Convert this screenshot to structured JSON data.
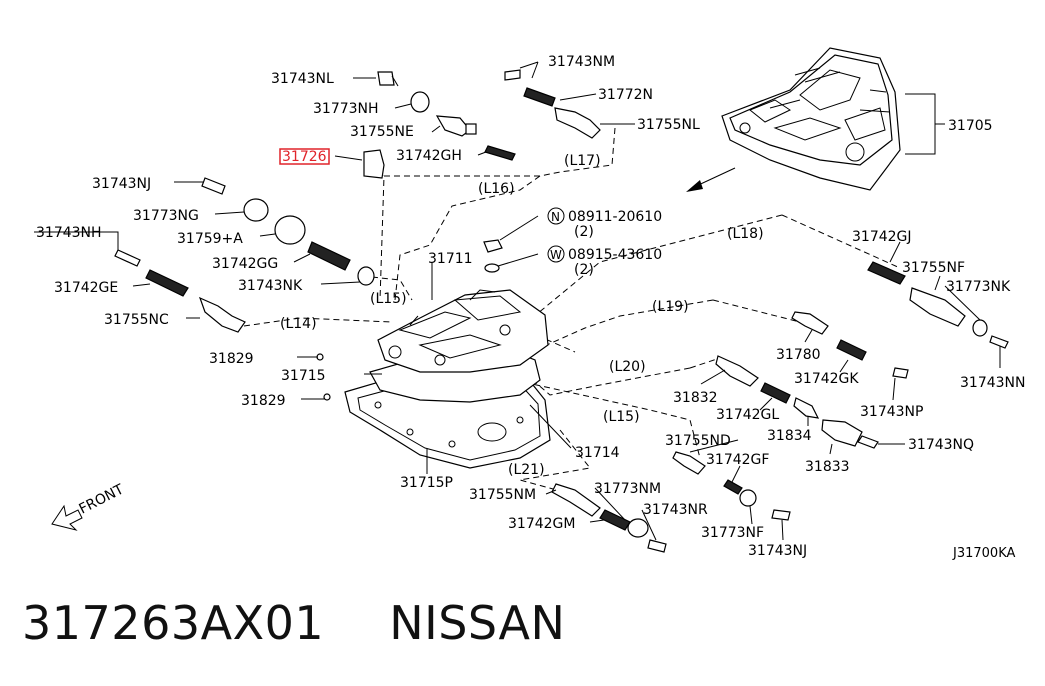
{
  "diagram": {
    "figure_code": "J31700KA",
    "front_label": "FRONT",
    "highlighted_part": "31726",
    "parts": {
      "p31743NM_a": "31743NM",
      "p31743NL": "31743NL",
      "p31772N": "31772N",
      "p31773NH": "31773NH",
      "p31755NE": "31755NE",
      "p31755NL": "31755NL",
      "p31705": "31705",
      "p31726": "31726",
      "p31742GH": "31742GH",
      "p31743NJ_a": "31743NJ",
      "p31773NG": "31773NG",
      "p31759A": "31759+A",
      "p31743NH": "31743NH",
      "p31742GG": "31742GG",
      "p31742GE": "31742GE",
      "p31743NK": "31743NK",
      "p31755NC": "31755NC",
      "p31711": "31711",
      "p31829_a": "31829",
      "p31715": "31715",
      "p31829_b": "31829",
      "p31714": "31714",
      "p31715P": "31715P",
      "p31742GJ": "31742GJ",
      "p31755NF": "31755NF",
      "p31773NK": "31773NK",
      "p31780": "31780",
      "p31742GK": "31742GK",
      "p31743NN": "31743NN",
      "p31832": "31832",
      "p31742GL": "31742GL",
      "p31743NP": "31743NP",
      "p31834": "31834",
      "p31755ND": "31755ND",
      "p31743NQ": "31743NQ",
      "p31833": "31833",
      "p31742GF": "31742GF",
      "p31755NM": "31755NM",
      "p31773NM": "31773NM",
      "p31743NR": "31743NR",
      "p31742GM": "31742GM",
      "p31773NF": "31773NF",
      "p31743NJ_b": "31743NJ"
    },
    "fasteners": [
      {
        "symbol": "N",
        "number": "08911-20610",
        "qty": "(2)"
      },
      {
        "symbol": "W",
        "number": "08915-43610",
        "qty": "(2)"
      }
    ],
    "routes": {
      "L14": "(L14)",
      "L15a": "(L15)",
      "L15b": "(L15)",
      "L16": "(L16)",
      "L17": "(L17)",
      "L18": "(L18)",
      "L19": "(L19)",
      "L20": "(L20)",
      "L21": "(L21)"
    }
  },
  "footer": {
    "part_number": "317263AX01",
    "brand": "NISSAN"
  },
  "colors": {
    "highlight": "#e0242a",
    "ink": "#000000"
  }
}
